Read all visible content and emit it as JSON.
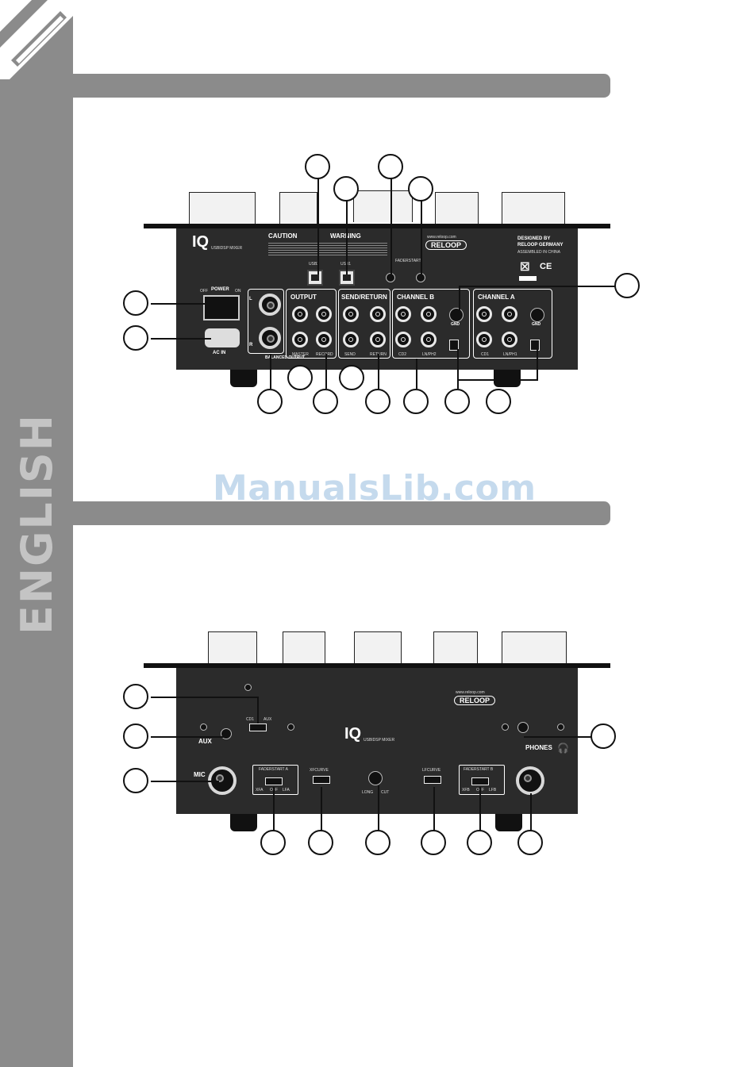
{
  "sidebar": {
    "language": "ENGLISH"
  },
  "watermark": "ManualsLib.com",
  "rear_panel": {
    "logo": "IQ",
    "model_caption": "USBIDSP MIXER",
    "caution_title": "CAUTION",
    "warning_title": "WARNING",
    "website": "www.reloop.com",
    "brand": "RELOOP",
    "designed_by": "DESIGNED BY",
    "designer": "RELOOP GERMANY",
    "made_in": "ASSEMBLED IN CHINA",
    "usb2": "USB2",
    "usb1": "USB1",
    "faderstart": "FADERSTART",
    "power_label": "POWER",
    "power_off": "OFF",
    "power_on": "ON",
    "ac_in": "AC IN",
    "balanced_out": "BALANCED OUTPUT",
    "ch_l": "L",
    "ch_r": "R",
    "output": "OUTPUT",
    "send_return": "SEND/RETURN",
    "channel_b": "CHANNEL B",
    "channel_a": "CHANNEL A",
    "gnd": "GND",
    "master": "MASTER",
    "record": "RECORD",
    "send": "SEND",
    "return": "RETURN",
    "cd2": "CD2",
    "ln_ph2": "LN/PH2",
    "cd1": "CD1",
    "ln_ph1": "LN/PH1"
  },
  "front_panel": {
    "website": "www.reloop.com",
    "brand": "RELOOP",
    "logo": "IQ",
    "model_caption": "USBIDSP MIXER",
    "cd1": "CD1",
    "aux": "AUX",
    "mic": "MIC",
    "faderstart_a": "FADERSTART A",
    "xfa": "XFA",
    "off": "OFF",
    "lfa": "LFA",
    "xf_curve": "XFCURVE",
    "long": "LONG",
    "cut": "CUT",
    "lf_curve": "LFCURVE",
    "faderstart_b": "FADERSTART B",
    "xfb": "XFB",
    "lfb": "LFB",
    "phones": "PHONES"
  }
}
